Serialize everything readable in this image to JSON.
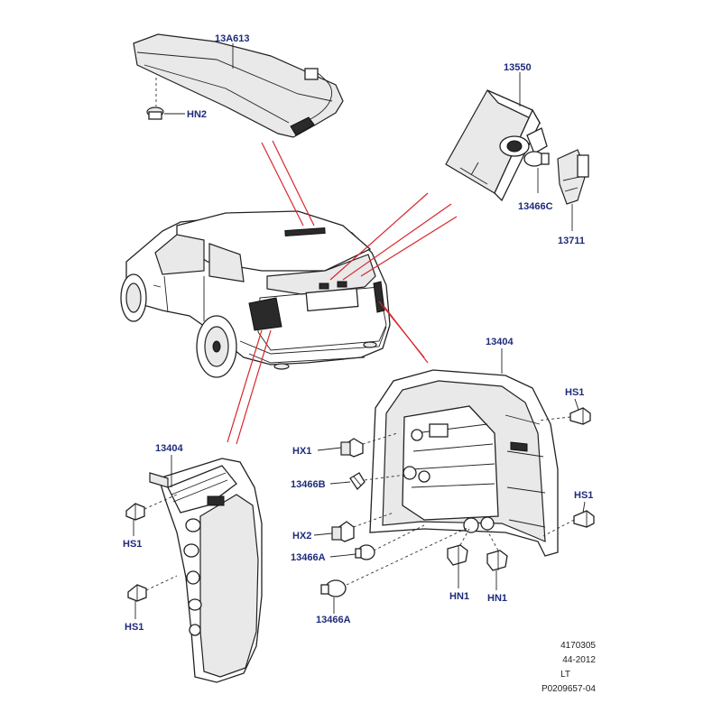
{
  "callouts": {
    "c13A613": "13A613",
    "cHN2": "HN2",
    "c13550": "13550",
    "c13466C": "13466C",
    "c13711": "13711",
    "c13404_right": "13404",
    "cHS1_r1": "HS1",
    "cHX1": "HX1",
    "c13466B": "13466B",
    "cHS1_r2": "HS1",
    "cHX2": "HX2",
    "c13466A_1": "13466A",
    "cHN1_1": "HN1",
    "cHN1_2": "HN1",
    "c13466A_2": "13466A",
    "c13404_left": "13404",
    "cHS1_l1": "HS1",
    "cHS1_l2": "HS1"
  },
  "reference_block": {
    "line1": "4170305",
    "line2": "44-2012",
    "line3": "LT",
    "line4": "P0209657-04"
  },
  "colors": {
    "callout_text": "#1f2a7a",
    "leader_red": "#d9262b",
    "line_art": "#222222"
  }
}
